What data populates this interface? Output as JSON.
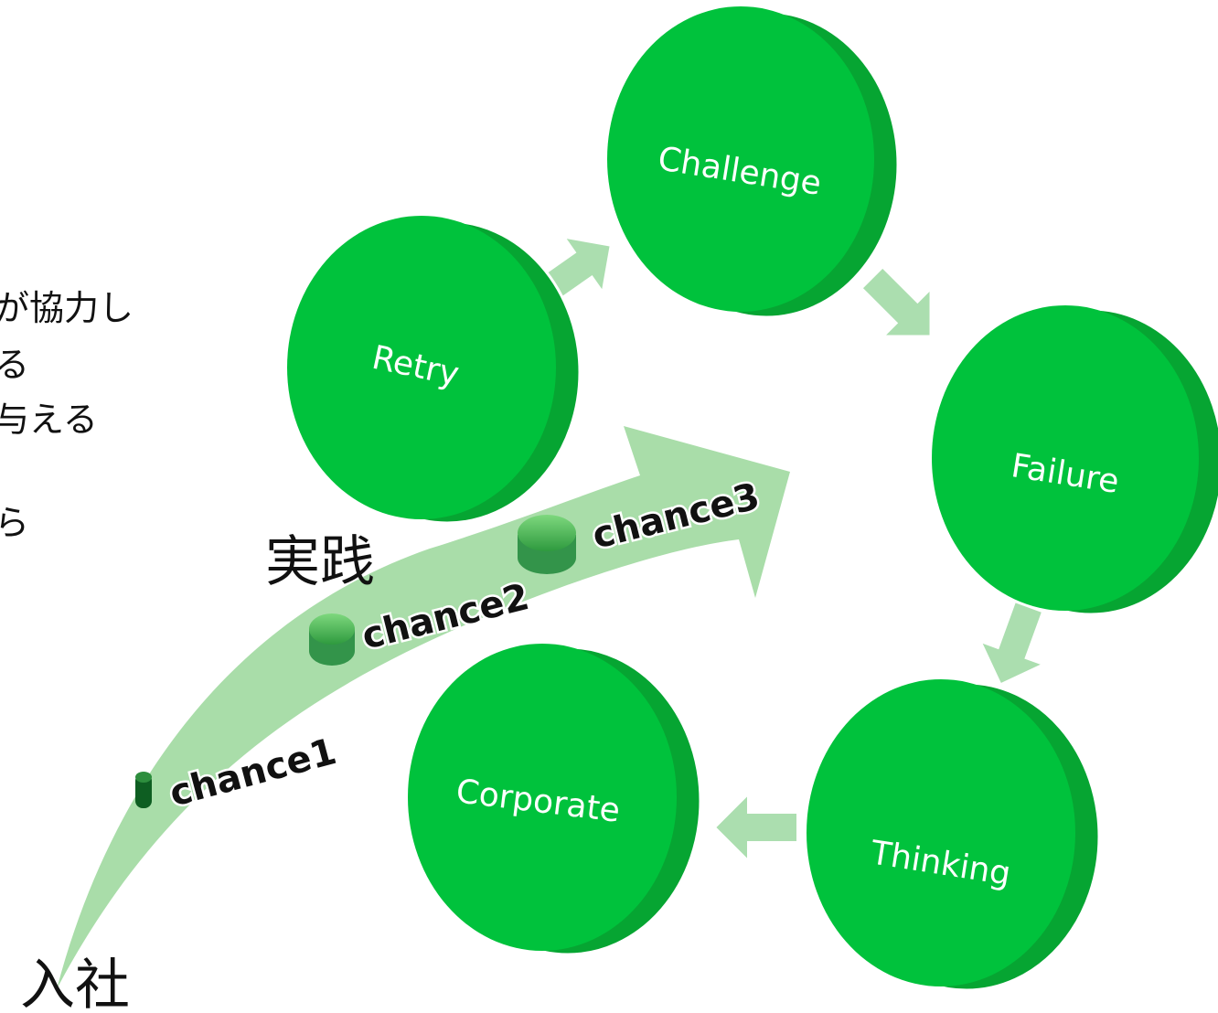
{
  "side_text": [
    "が協力し",
    "る",
    "与える",
    "ら"
  ],
  "cycle": {
    "fill": "#00C23C",
    "edge": "#06A532",
    "arrow_color": "#ABDEAF",
    "nodes": [
      "Challenge",
      "Failure",
      "Thinking",
      "Corporate",
      "Retry"
    ]
  },
  "path": {
    "color": "#A9DDA9",
    "chances": [
      "chance1",
      "chance2",
      "chance3"
    ]
  },
  "labels": {
    "start": "入社",
    "practice": "実践"
  }
}
